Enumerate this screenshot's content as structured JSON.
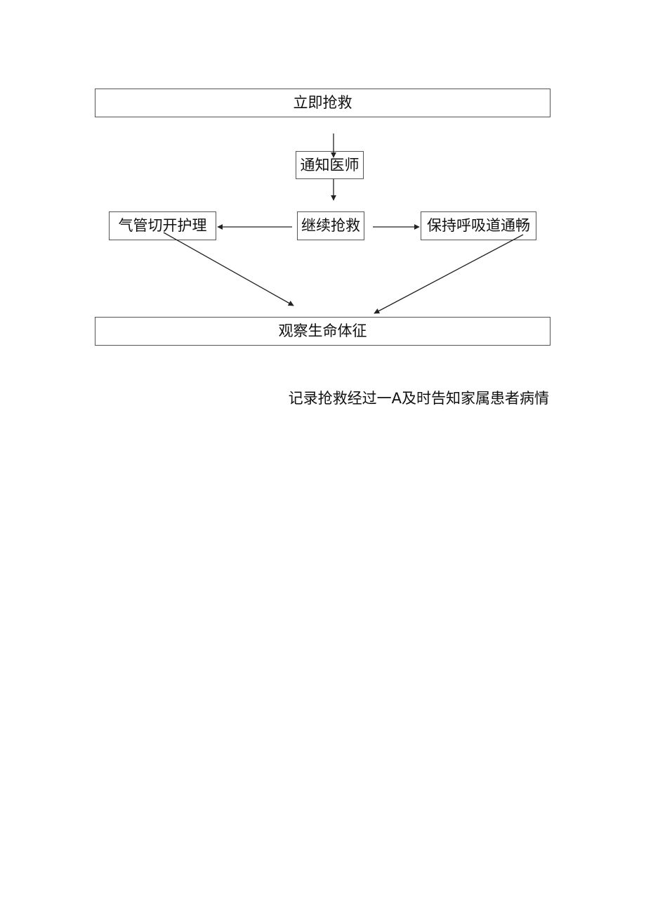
{
  "nodes": {
    "immediate_rescue": "立即抢救",
    "notify_physician": "通知医师",
    "continue_rescue": "继续抢救",
    "tracheotomy_care": "气管切开护理",
    "keep_airway_clear": "保持呼吸道通畅",
    "observe_vitals": "观察生命体征"
  },
  "footnote": "记录抢救经过一A及时告知家属患者病情"
}
